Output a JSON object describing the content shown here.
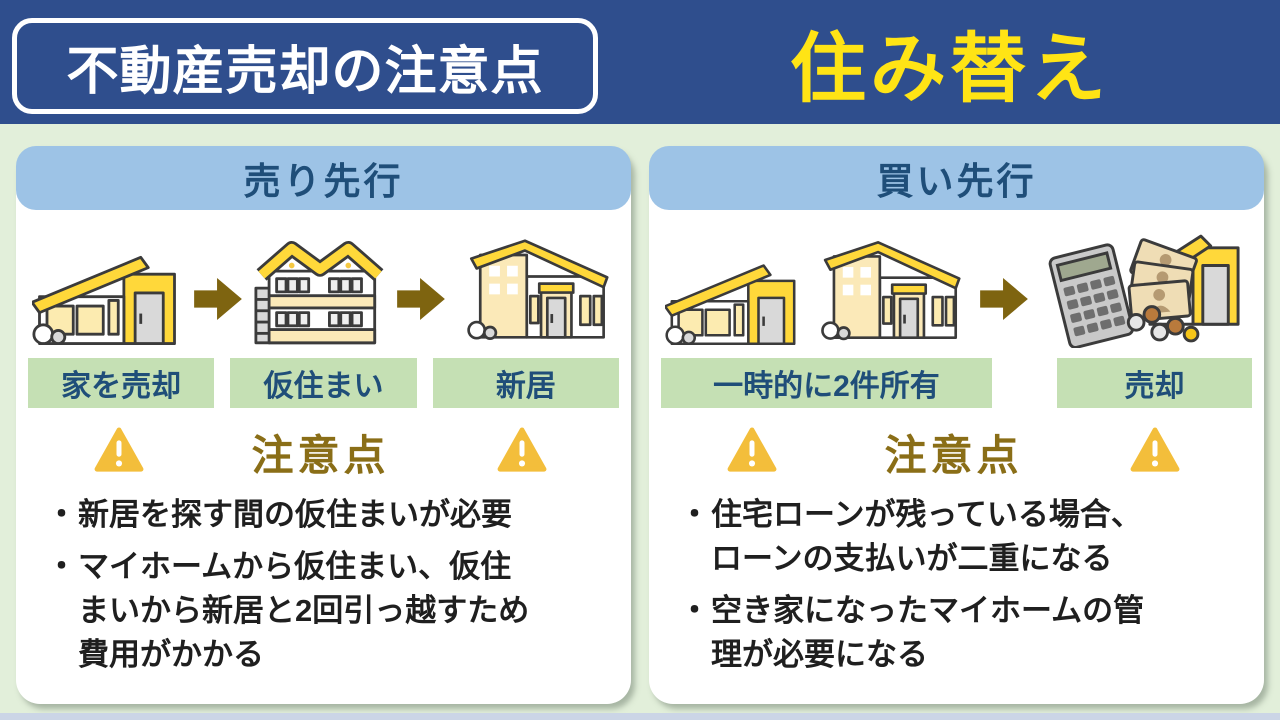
{
  "bullet_char": "・",
  "colors": {
    "header_bg": "#2F4E8D",
    "page_bg": "#E2EFDA",
    "panel_header_bg": "#9DC3E6",
    "accent_text_blue": "#1F4E79",
    "label_bg_green": "#C5E0B4",
    "caution_gold": "#8A6E17",
    "arrow_gold": "#7E6410",
    "warning_triangle_yellow": "#F3BE3B",
    "main_title_yellow": "#FFE415"
  },
  "header": {
    "box_title": "不動産売却の注意点",
    "main_title": "住み替え"
  },
  "panels": [
    {
      "title": "売り先行",
      "steps": [
        {
          "icon": "house-to-sell",
          "label": "家を売却"
        },
        {
          "icon": "temporary-housing",
          "label": "仮住まい"
        },
        {
          "icon": "new-home",
          "label": "新居"
        }
      ],
      "caution_title": "注意点",
      "cautions": [
        "新居を探す間の仮住まいが必要",
        "マイホームから仮住まい、仮住まいから新居と2回引っ越すため費用がかかる"
      ]
    },
    {
      "title": "買い先行",
      "steps": [
        {
          "icon": "two-houses-owned",
          "label": "一時的に2件所有"
        },
        {
          "icon": "calculator-money-sale",
          "label": "売却"
        }
      ],
      "caution_title": "注意点",
      "cautions": [
        "住宅ローンが残っている場合、ローンの支払いが二重になる",
        "空き家になったマイホームの管理が必要になる"
      ]
    }
  ]
}
